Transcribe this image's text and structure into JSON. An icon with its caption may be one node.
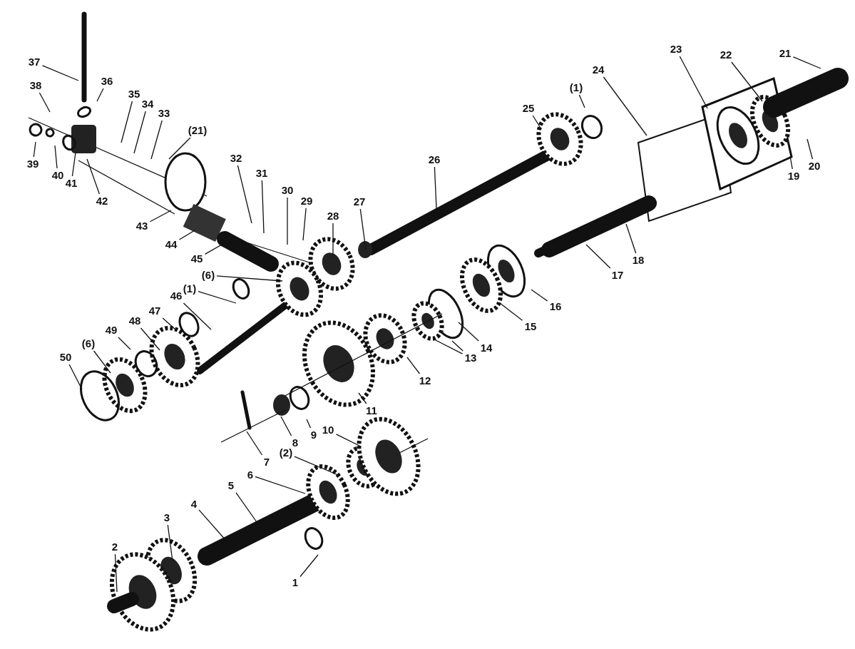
{
  "diagram": {
    "nodes": [
      {
        "text": [
          "37"
        ]
      },
      {
        "text": [
          "38"
        ]
      },
      {
        "text": [
          "36"
        ]
      },
      {
        "text": [
          "35"
        ]
      },
      {
        "text": [
          "34"
        ]
      },
      {
        "text": [
          "33"
        ]
      },
      {
        "text": [
          "(21)"
        ]
      },
      {
        "text": [
          "39"
        ]
      },
      {
        "text": [
          "40"
        ]
      },
      {
        "text": [
          "41"
        ]
      },
      {
        "text": [
          "42"
        ]
      },
      {
        "text": [
          "43"
        ]
      },
      {
        "text": [
          "44"
        ]
      },
      {
        "text": [
          "45"
        ]
      },
      {
        "text": [
          "32"
        ]
      },
      {
        "text": [
          "31"
        ]
      },
      {
        "text": [
          "30"
        ]
      },
      {
        "text": [
          "29"
        ]
      },
      {
        "text": [
          "28"
        ]
      },
      {
        "text": [
          "27"
        ]
      },
      {
        "text": [
          "26"
        ]
      },
      {
        "text": [
          "25"
        ]
      },
      {
        "text": [
          "(1)"
        ]
      },
      {
        "text": [
          "24"
        ]
      },
      {
        "text": [
          "23"
        ]
      },
      {
        "text": [
          "22"
        ]
      },
      {
        "text": [
          "21"
        ]
      },
      {
        "text": [
          "19"
        ]
      },
      {
        "text": [
          "20"
        ]
      },
      {
        "text": [
          "18"
        ]
      },
      {
        "text": [
          "17"
        ]
      },
      {
        "text": [
          "16"
        ]
      },
      {
        "text": [
          "15"
        ]
      },
      {
        "text": [
          "14"
        ]
      },
      {
        "text": [
          "13"
        ]
      },
      {
        "text": [
          "12"
        ]
      },
      {
        "text": [
          "11"
        ]
      },
      {
        "text": [
          "(6)"
        ]
      },
      {
        "text": [
          "(1)"
        ]
      },
      {
        "text": [
          "46"
        ]
      },
      {
        "text": [
          "47"
        ]
      },
      {
        "text": [
          "48"
        ]
      },
      {
        "text": [
          "49"
        ]
      },
      {
        "text": [
          "(6)"
        ]
      },
      {
        "text": [
          "50"
        ]
      },
      {
        "text": [
          "10"
        ]
      },
      {
        "text": [
          "9"
        ]
      },
      {
        "text": [
          "8"
        ]
      },
      {
        "text": [
          "7"
        ]
      },
      {
        "text": [
          "(2)"
        ]
      },
      {
        "text": [
          "6"
        ]
      },
      {
        "text": [
          "5"
        ]
      },
      {
        "text": [
          "4"
        ]
      },
      {
        "text": [
          "3"
        ]
      },
      {
        "text": [
          "2"
        ]
      },
      {
        "text": [
          "1"
        ]
      }
    ],
    "edges": [
      {
        "from": 0,
        "to": null,
        "arrow": "none"
      },
      {
        "from": 1,
        "to": null,
        "arrow": "none"
      },
      {
        "from": 2,
        "to": null,
        "arrow": "none"
      },
      {
        "from": 3,
        "to": null,
        "arrow": "none"
      },
      {
        "from": 4,
        "to": null,
        "arrow": "none"
      },
      {
        "from": 5,
        "to": null,
        "arrow": "none"
      },
      {
        "from": 6,
        "to": null,
        "arrow": "none"
      },
      {
        "from": 7,
        "to": null,
        "arrow": "none"
      },
      {
        "from": 8,
        "to": null,
        "arrow": "none"
      },
      {
        "from": 9,
        "to": null,
        "arrow": "none"
      },
      {
        "from": 10,
        "to": null,
        "arrow": "none"
      },
      {
        "from": 11,
        "to": null,
        "arrow": "none"
      },
      {
        "from": 12,
        "to": null,
        "arrow": "none"
      },
      {
        "from": 13,
        "to": null,
        "arrow": "none"
      },
      {
        "from": 14,
        "to": null,
        "arrow": "none"
      },
      {
        "from": 15,
        "to": null,
        "arrow": "none"
      },
      {
        "from": 16,
        "to": null,
        "arrow": "none"
      },
      {
        "from": 17,
        "to": null,
        "arrow": "none"
      },
      {
        "from": 18,
        "to": null,
        "arrow": "none"
      },
      {
        "from": 19,
        "to": null,
        "arrow": "none"
      },
      {
        "from": 20,
        "to": null,
        "arrow": "none"
      },
      {
        "from": 21,
        "to": null,
        "arrow": "none"
      },
      {
        "from": 22,
        "to": null,
        "arrow": "none"
      },
      {
        "from": 23,
        "to": null,
        "arrow": "none"
      },
      {
        "from": 24,
        "to": null,
        "arrow": "none"
      },
      {
        "from": 25,
        "to": null,
        "arrow": "none"
      },
      {
        "from": 26,
        "to": null,
        "arrow": "none"
      },
      {
        "from": 27,
        "to": null,
        "arrow": "none"
      },
      {
        "from": 28,
        "to": null,
        "arrow": "none"
      },
      {
        "from": 29,
        "to": null,
        "arrow": "none"
      },
      {
        "from": 30,
        "to": null,
        "arrow": "none"
      },
      {
        "from": 31,
        "to": null,
        "arrow": "none"
      },
      {
        "from": 32,
        "to": null,
        "arrow": "none"
      },
      {
        "from": 33,
        "to": null,
        "arrow": "none"
      },
      {
        "from": 34,
        "to": null,
        "arrow": "none"
      },
      {
        "from": 34,
        "to": null,
        "arrow": "none"
      },
      {
        "from": 35,
        "to": null,
        "arrow": "none"
      },
      {
        "from": 36,
        "to": null,
        "arrow": "none"
      },
      {
        "from": 37,
        "to": null,
        "arrow": "none"
      },
      {
        "from": 38,
        "to": null,
        "arrow": "none"
      },
      {
        "from": 39,
        "to": null,
        "arrow": "none"
      },
      {
        "from": 40,
        "to": null,
        "arrow": "none"
      },
      {
        "from": 41,
        "to": null,
        "arrow": "none"
      },
      {
        "from": 42,
        "to": null,
        "arrow": "none"
      },
      {
        "from": 43,
        "to": null,
        "arrow": "none"
      },
      {
        "from": 44,
        "to": null,
        "arrow": "none"
      },
      {
        "from": 45,
        "to": null,
        "arrow": "none"
      },
      {
        "from": 46,
        "to": null,
        "arrow": "none"
      },
      {
        "from": 47,
        "to": null,
        "arrow": "none"
      },
      {
        "from": 48,
        "to": null,
        "arrow": "none"
      },
      {
        "from": 49,
        "to": null,
        "arrow": "none"
      },
      {
        "from": 50,
        "to": null,
        "arrow": "none"
      },
      {
        "from": 51,
        "to": null,
        "arrow": "none"
      },
      {
        "from": 52,
        "to": null,
        "arrow": "none"
      },
      {
        "from": 53,
        "to": null,
        "arrow": "none"
      },
      {
        "from": 54,
        "to": null,
        "arrow": "none"
      },
      {
        "from": 55,
        "to": null,
        "arrow": "none"
      }
    ]
  }
}
